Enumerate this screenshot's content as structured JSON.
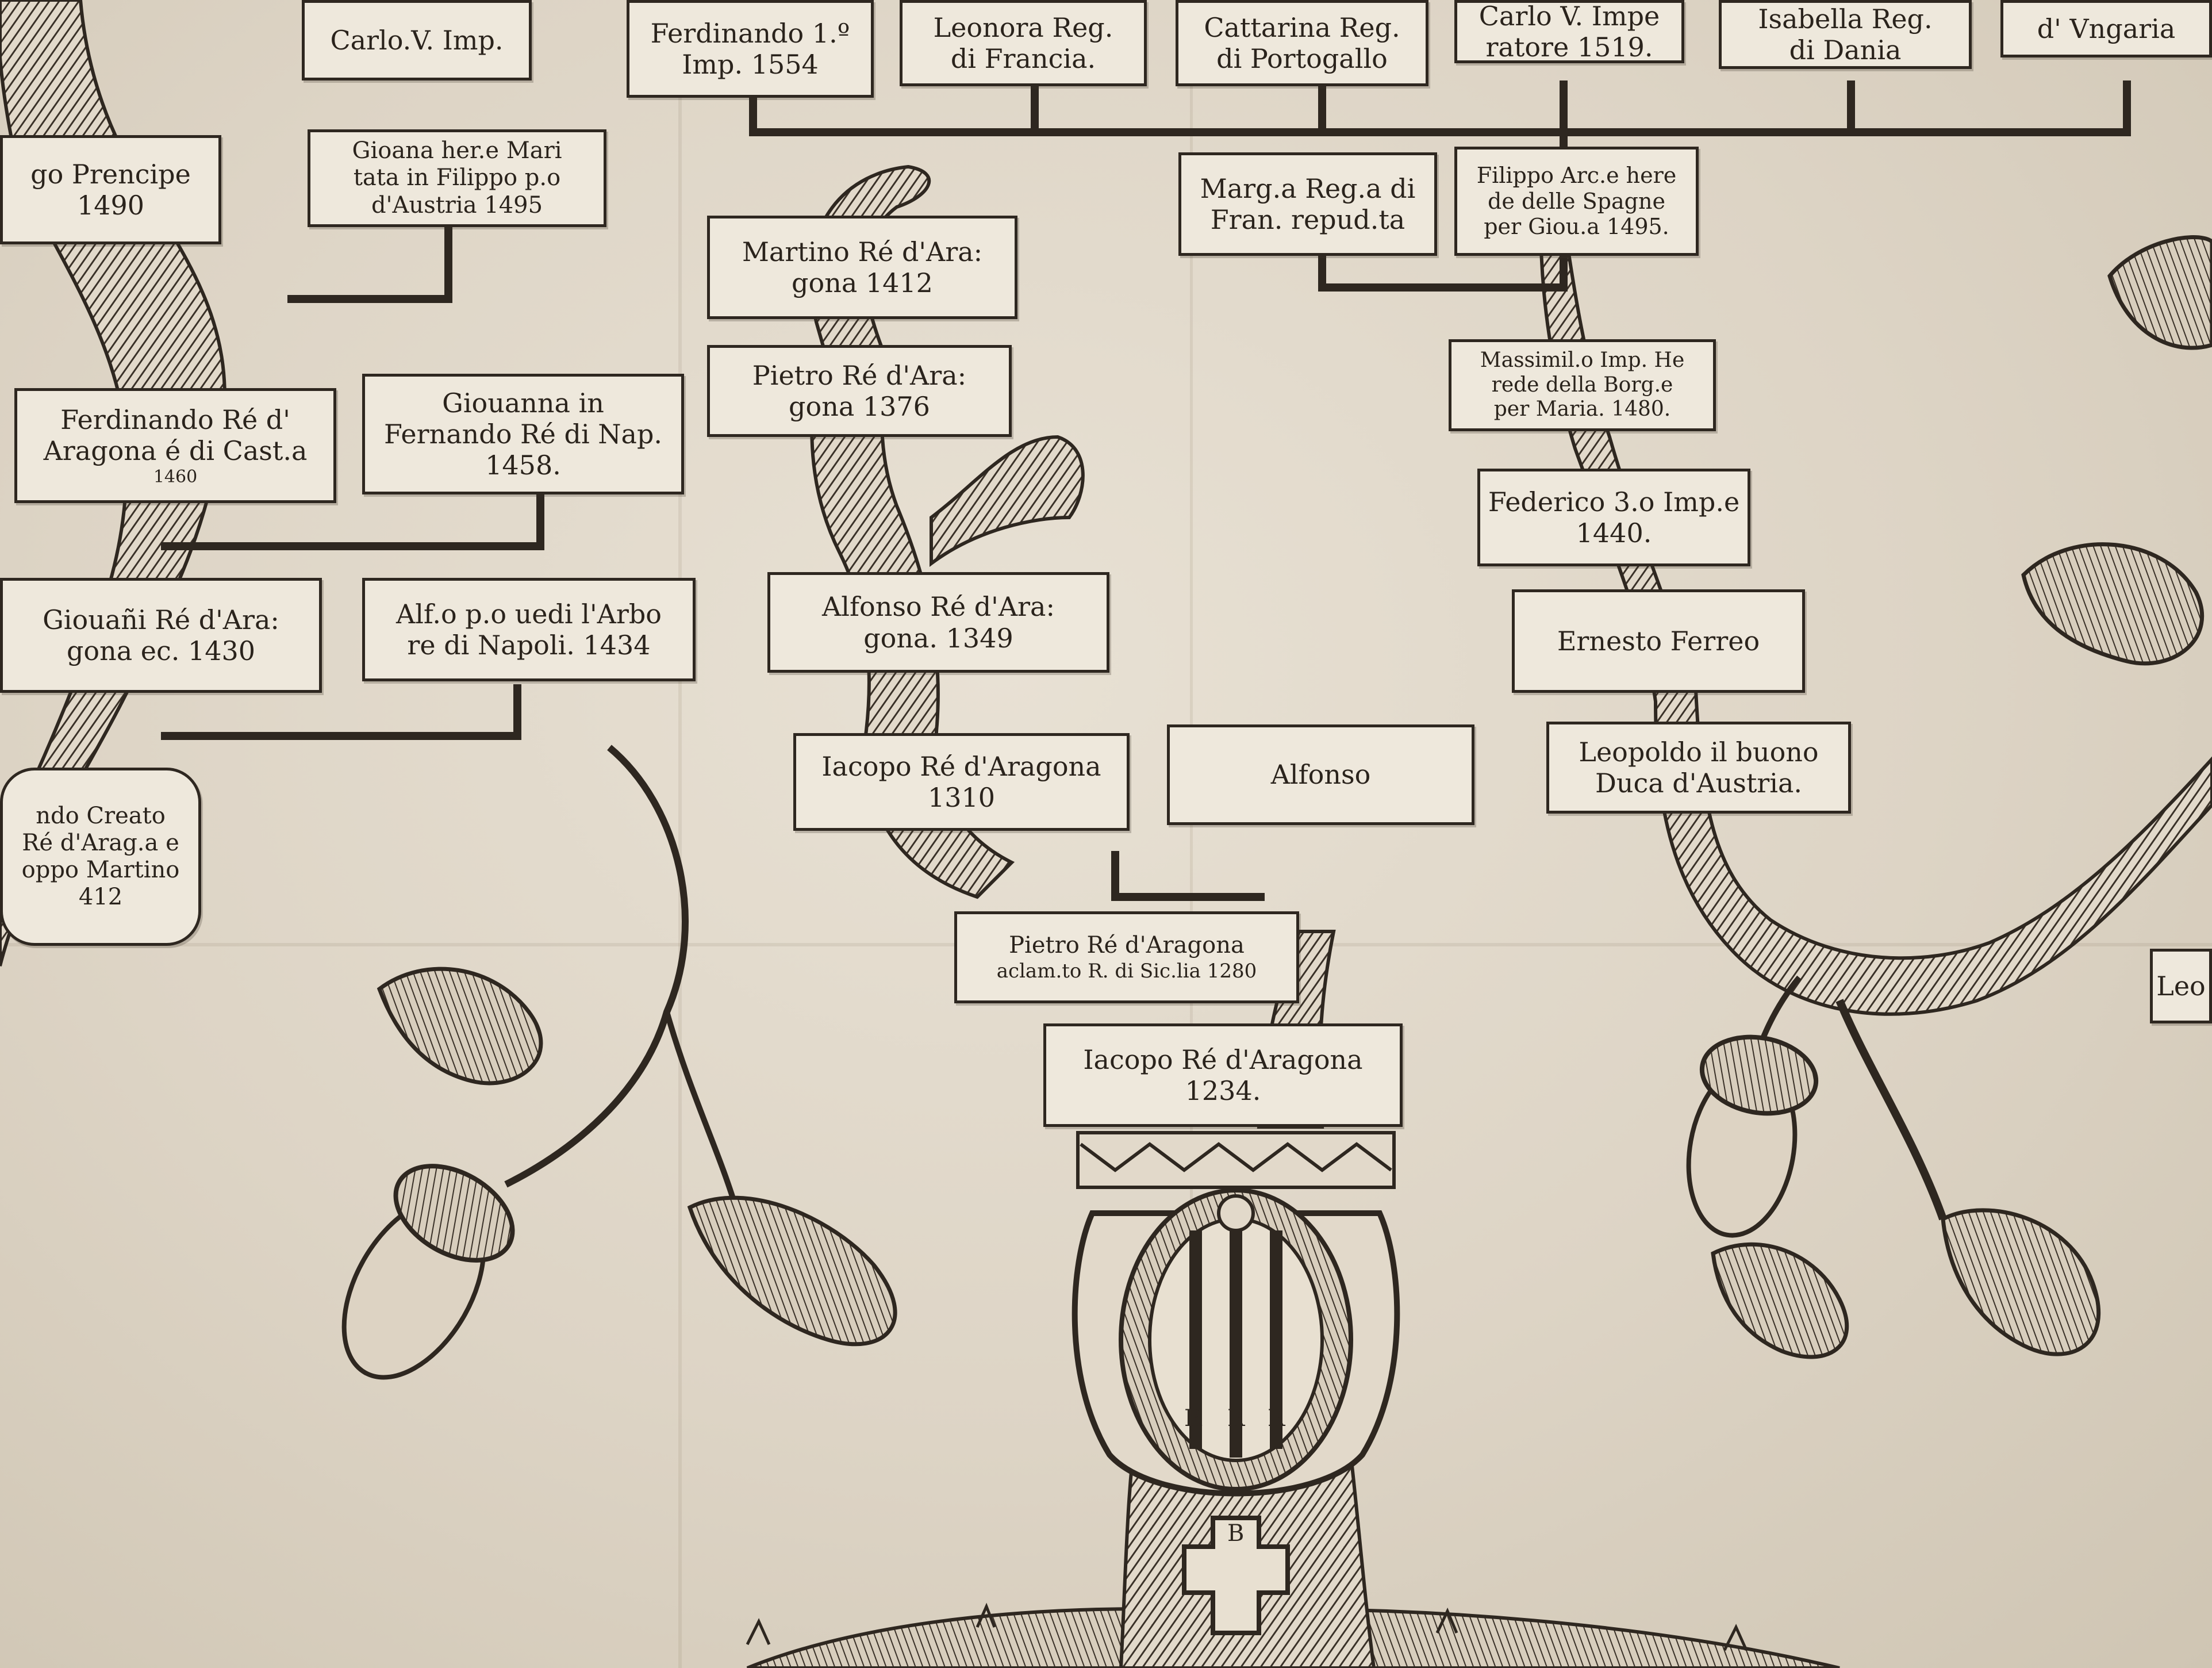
{
  "image": {
    "subject": "engraved genealogical oak tree of the Kings of Aragon and Habsburg emperors",
    "colors": {
      "paper": "#e6dfd2",
      "ink": "#2e2720",
      "box_fill": "#eee8dc"
    }
  },
  "labels": {
    "carlo_v_imp": [
      "Carlo.V. Imp."
    ],
    "ferdinando_i_imp": [
      "Ferdinando 1.º",
      "Imp. 1554"
    ],
    "leonora": [
      "Leonora Reg.",
      "di Francia."
    ],
    "cattarina": [
      "Cattarina Reg.",
      "di Portogallo"
    ],
    "carlo_v_imperatore": [
      "Carlo V. Impe",
      "ratore 1519."
    ],
    "isabella": [
      "Isabella Reg.",
      "di Dania"
    ],
    "maria_vngaria": [
      "d' Vngaria"
    ],
    "prencipe": [
      "go Prencipe",
      "1490"
    ],
    "gioana": [
      "Gioana her.e Mari",
      "tata in Filippo p.o",
      "d'Austria 1495"
    ],
    "martino": [
      "Martino Ré d'Ara:",
      "gona 1412"
    ],
    "margherita": [
      "Marg.a Reg.a di",
      "Fran. repud.ta"
    ],
    "filippo": [
      "Filippo Arc.e here",
      "de delle Spagne",
      "per Giou.a 1495."
    ],
    "pietro_1376": [
      "Pietro Ré d'Ara:",
      "gona 1376"
    ],
    "massimiliano": [
      "Massimil.o Imp. He",
      "rede della Borg.e",
      "per Maria. 1480."
    ],
    "ferdinando_re": [
      "Ferdinando Ré d'",
      "Aragona é di Cast.a",
      "1460"
    ],
    "giovanna": [
      "Giouanna in",
      "Fernando Ré di Nap.",
      "1458."
    ],
    "federico": [
      "Federico 3.o Imp.e",
      "1440."
    ],
    "giovanni_re": [
      "Giouañi Ré d'Ara:",
      "gona ec. 1430"
    ],
    "alfonso_v": [
      "Alf.o p.o uedi l'Arbo",
      "re di Napoli. 1434"
    ],
    "alfonso_1349": [
      "Alfonso Ré d'Ara:",
      "gona. 1349"
    ],
    "ernesto": [
      "Ernesto Ferreo"
    ],
    "leopoldo": [
      "Leopoldo il buono",
      "Duca d'Austria."
    ],
    "ferdinando_creato": [
      "ndo Creato",
      "Ré d'Arag.a e",
      "oppo Martino",
      "412"
    ],
    "iacopo_1310": [
      "Iacopo Ré d'Aragona",
      "1310"
    ],
    "alfonso": [
      "Alfonso"
    ],
    "pietro_1280": [
      "Pietro Ré d'Aragona",
      "aclam.to R. di Sic.lia 1280"
    ],
    "iacopo_1234": [
      "Iacopo Ré d'Aragona",
      "1234."
    ],
    "partial_right": [
      "Leo"
    ]
  },
  "emblems": {
    "shield_letters": [
      "R",
      "R",
      "R"
    ],
    "cross_letter": "B"
  }
}
